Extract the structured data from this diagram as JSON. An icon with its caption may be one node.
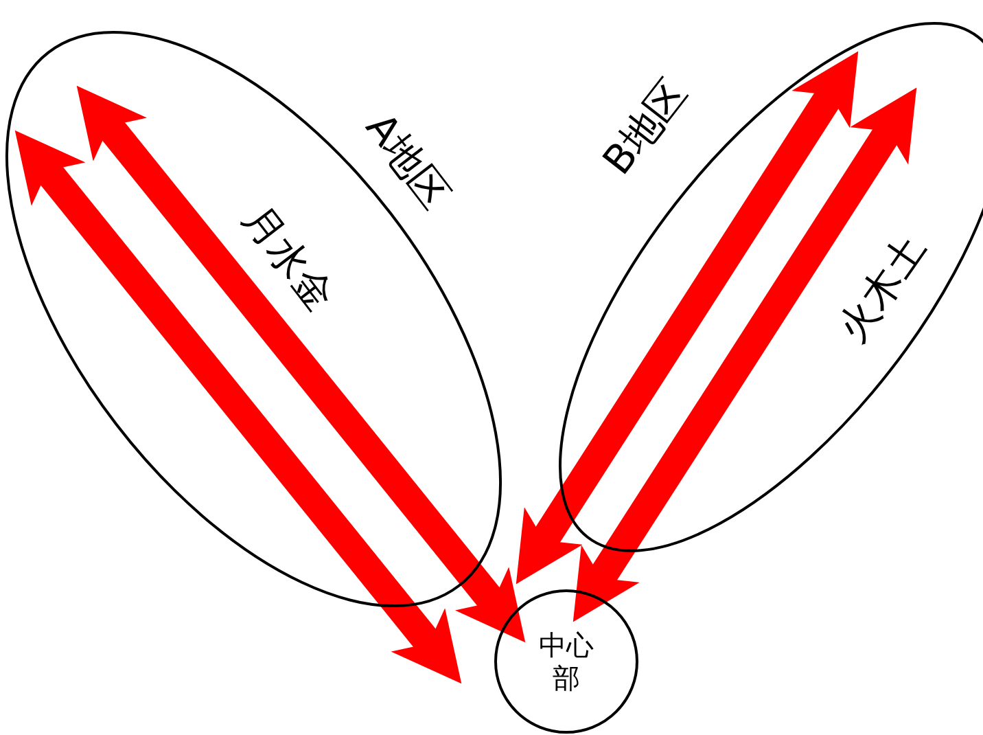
{
  "diagram": {
    "nodes": [
      {
        "text": [
          "A地区"
        ]
      },
      {
        "text": [
          "B地区"
        ]
      },
      {
        "text": [
          "中心部"
        ]
      }
    ],
    "edges": [
      {
        "from": 0,
        "to": 2,
        "arrow": "both"
      },
      {
        "from": 0,
        "to": 2,
        "arrow": "both",
        "label": "月水金"
      },
      {
        "from": 1,
        "to": 2,
        "arrow": "both"
      },
      {
        "from": 1,
        "to": 2,
        "arrow": "both",
        "label": "火木土"
      }
    ]
  }
}
